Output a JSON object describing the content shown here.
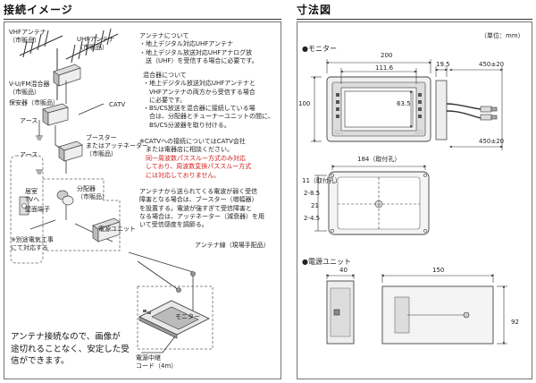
{
  "left": {
    "heading": "接続イメージ",
    "labels": {
      "vhf": [
        "VHFアンテナ",
        "（市販品）"
      ],
      "uhf": [
        "UHFアンテナ",
        "（市販品）"
      ],
      "mixer": [
        "V-U/FM混合器",
        "（市販品）"
      ],
      "protector": "保安器（市販品）",
      "earth1": "アース",
      "earth2": "アース",
      "catv": "CATV",
      "booster": [
        "ブースター",
        "またはアッテネーター",
        "（市販品）"
      ],
      "room_tv": [
        "居室",
        "TVへ"
      ],
      "wall_terminal": "壁面端子",
      "splitter": [
        "分配器",
        "（市販品）"
      ],
      "separate_work": [
        "※別途電気工事",
        "にて対応する"
      ],
      "power_unit": "電源ユニット",
      "antenna_cable": "アンテナ線（現場手配品）",
      "monitor": "モニター",
      "relay_cord": [
        "電源中継",
        "コード（4m）"
      ]
    },
    "notes_antenna": [
      "アンテナについて",
      "・地上デジタル対応UHFアンテナ",
      "・地上デジタル放送対応UHFアナログ放",
      "　送（UHF）を受信する場合に必要です。"
    ],
    "notes_mixer": [
      "混合器について",
      "・地上デジタル放送対応UHFアンテナと",
      "　VHFアンテナの両方から受信する場合",
      "　に必要です。",
      "・BS/CS放送を混合器に接続している場",
      "　合は、分配器とチューナーユニットの間に、",
      "　BS/CS分波器を取り付ける。"
    ],
    "notes_catv": [
      "※CATVへの接続についてはCATV会社",
      "　または電器店に相談ください。"
    ],
    "notes_catv_red": [
      "　同一周波数パススルー方式のみ対応",
      "　しており、周波数変換パススルー方式",
      "　には対応しておりません。"
    ],
    "notes_booster": [
      "アンテナから送られてくる電波が弱く受信",
      "障害となる場合は、ブースター（増幅器）",
      "を設置する。電波が強すぎて受信障害と",
      "なる場合は、アッテネーター（減衰器）を用",
      "いて受信感度を調節る。"
    ],
    "footer": [
      "アンテナ接続なので、画像が",
      "途切れることなく、安定した受",
      "信ができます。"
    ]
  },
  "right": {
    "heading": "寸法図",
    "unit": "（単位：mm）",
    "monitor_title": "●モニター",
    "power_title": "●電源ユニット",
    "dims": {
      "w200": "200",
      "w111": "111.6",
      "h100": "100",
      "h63": "63.5",
      "d19": "19.5",
      "cable1": "450±20",
      "cable2": "450±20",
      "mount": "184（取付孔）",
      "v11": "11（取付孔）",
      "v28": "2-8.5",
      "v21": "21",
      "v245": "2-4.5",
      "pw150": "150",
      "pd40": "40",
      "ph92": "92"
    }
  }
}
